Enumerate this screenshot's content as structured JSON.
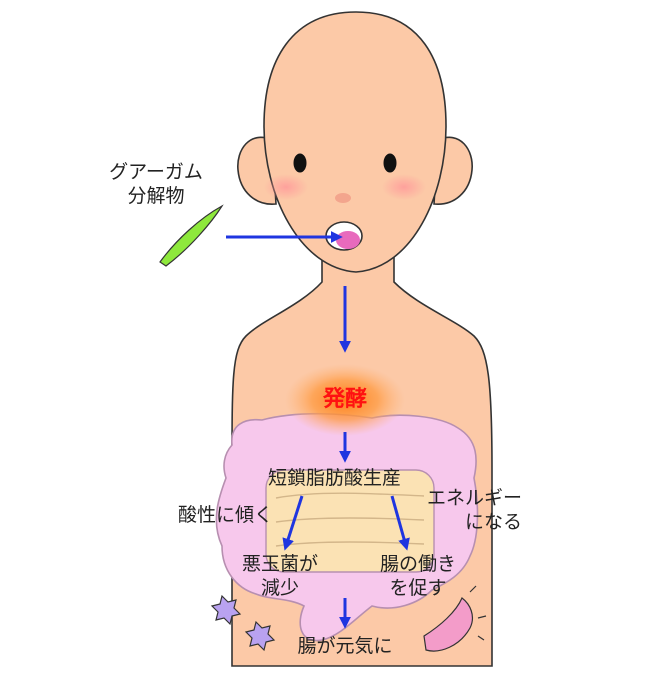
{
  "labels": {
    "guar_line1": "グアーガム",
    "guar_line2": "分解物",
    "fermentation": "発酵",
    "scfa": "短鎖脂肪酸生産",
    "acidify": "酸性に傾く",
    "energy_line1": "エネルギー",
    "energy_line2": "になる",
    "bad_line1": "悪玉菌が",
    "bad_line2": "減少",
    "gut_line1": "腸の働き",
    "gut_line2": "を促す",
    "healthy": "腸が元気に"
  },
  "icons": [
    "guar-fiber-icon",
    "bad-bacteria-icon",
    "intestine-icon",
    "flow-arrow-icon"
  ],
  "colors": {
    "skin": "#fcc9a7",
    "outline": "#333333",
    "arrow": "#1f35e0",
    "intestine": "#f7c8ec",
    "ferment_text": "#ff1111",
    "ferment_glow": "#ff8a1f",
    "fiber": "#8ee83c",
    "bacteria": "#b9a2f0",
    "tongue": "#e86abd"
  }
}
